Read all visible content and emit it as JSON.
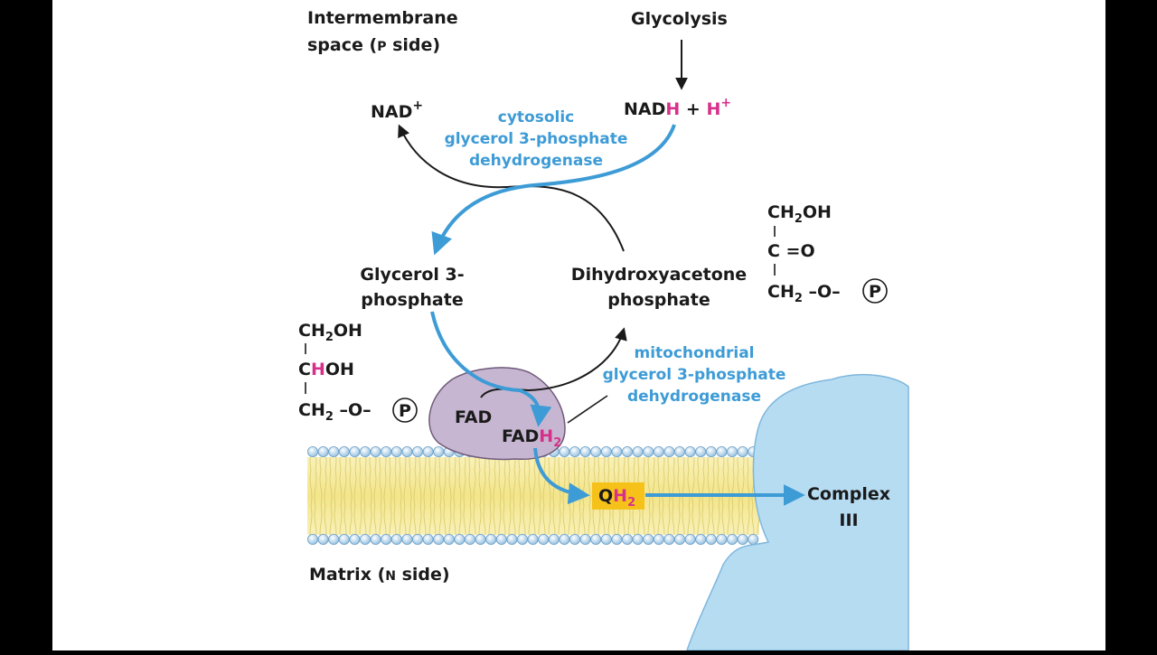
{
  "labels": {
    "intermembrane_line1": "Intermembrane",
    "intermembrane_line2_a": "space (",
    "intermembrane_line2_p": "P",
    "intermembrane_line2_b": " side)",
    "glycolysis": "Glycolysis",
    "nad_plus": "NAD",
    "nadh_prefix": "NAD",
    "nadh_h": "H",
    "plus_h": " + ",
    "h_plus": "H",
    "sup_plus": "+",
    "cytosolic_line1": "cytosolic",
    "cytosolic_line2": "glycerol 3-phosphate",
    "cytosolic_line3": "dehydrogenase",
    "g3p_line1": "Glycerol 3-",
    "g3p_line2": "phosphate",
    "dhap_line1": "Dihydroxyacetone",
    "dhap_line2": "phosphate",
    "mito_line1": "mitochondrial",
    "mito_line2": "glycerol 3-phosphate",
    "mito_line3": "dehydrogenase",
    "fad": "FAD",
    "fadh_prefix": "FAD",
    "fadh_h": "H",
    "sub_2": "2",
    "qh_q": "Q",
    "qh_h": "H",
    "complex_line1": "Complex",
    "complex_line2": "III",
    "matrix_a": "Matrix (",
    "matrix_n": "N",
    "matrix_b": " side)"
  },
  "g3p_structure": {
    "row1_a": "CH",
    "row1_sub": "2",
    "row1_b": "OH",
    "row2_c": "C",
    "row2_h": "H",
    "row2_oh": "OH",
    "row3_a": "CH",
    "row3_sub": "2",
    "row3_b": " –O–",
    "phosphate": "P"
  },
  "dhap_structure": {
    "row1_a": "CH",
    "row1_sub": "2",
    "row1_b": "OH",
    "row2": "C =O",
    "row3_a": "CH",
    "row3_sub": "2",
    "row3_b": " –O–",
    "phosphate": "P"
  },
  "colors": {
    "background": "#ffffff",
    "frame": "#000000",
    "blue_arrow": "#3d9bd6",
    "magenta": "#d6318a",
    "membrane": "#f5ea9a",
    "bead": "#bcd9ee",
    "enzyme": "#c7b6d1",
    "complex": "#b6dcf2",
    "q_box": "#f6c21a"
  }
}
